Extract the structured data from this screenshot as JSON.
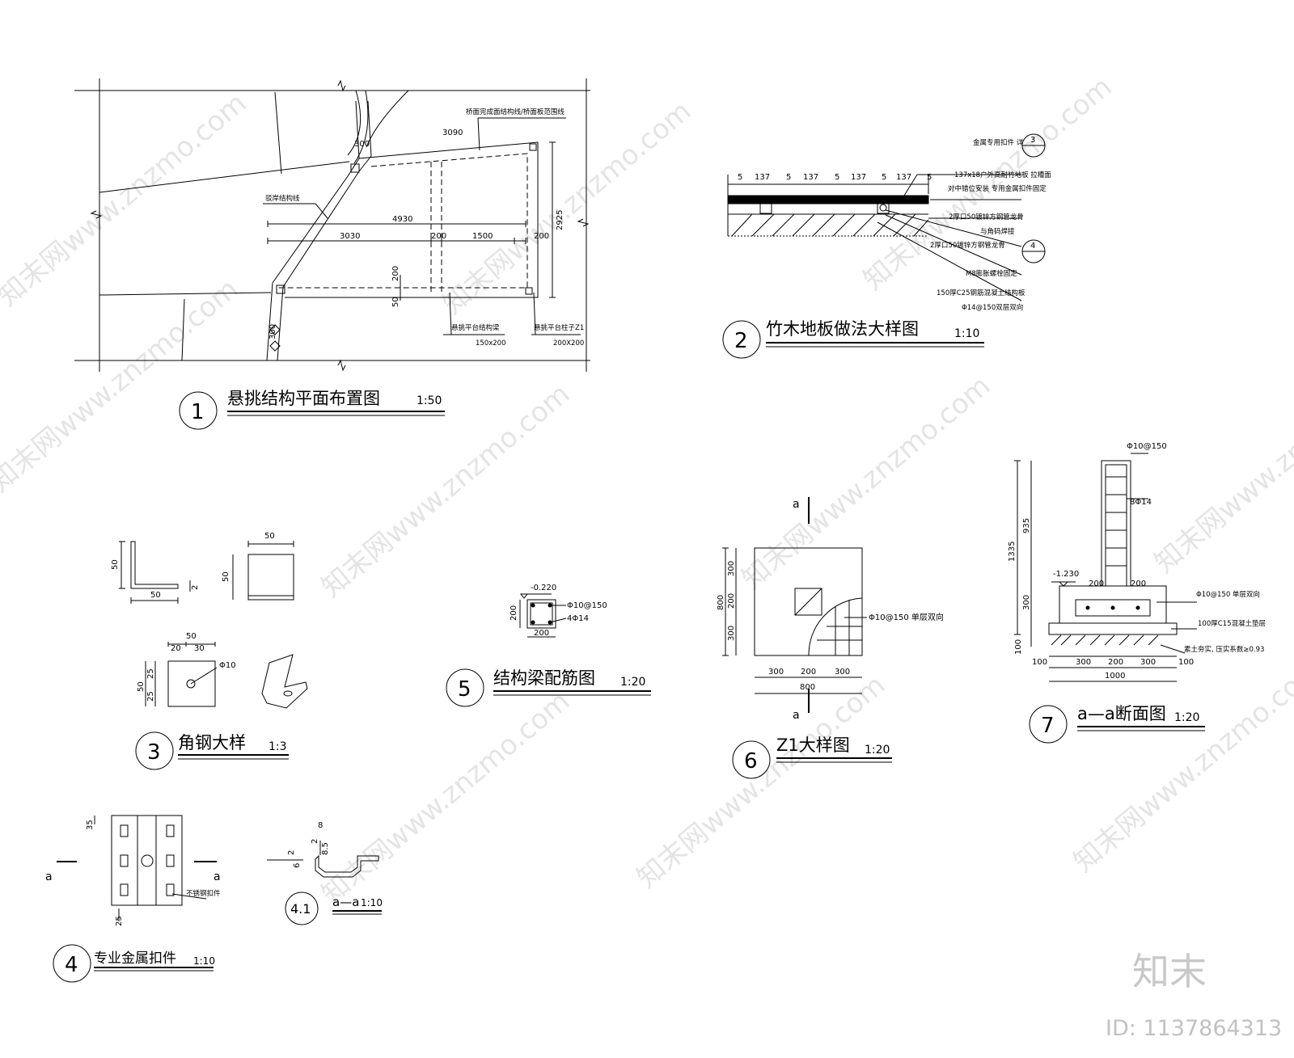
{
  "drawings": [
    {
      "num": "1",
      "title": "悬挑结构平面布置图",
      "scale": "1:50"
    },
    {
      "num": "2",
      "title": "竹木地板做法大样图",
      "scale": "1:10"
    },
    {
      "num": "3",
      "title": "角钢大样",
      "scale": "1:3"
    },
    {
      "num": "4",
      "title": "专业金属扣件",
      "scale": "1:10"
    },
    {
      "num": "4.1",
      "title": "a—a",
      "scale": "1:10"
    },
    {
      "num": "5",
      "title": "结构梁配筋图",
      "scale": "1:20"
    },
    {
      "num": "6",
      "title": "Z1大样图",
      "scale": "1:20"
    },
    {
      "num": "7",
      "title": "a—a断面图",
      "scale": "1:20"
    }
  ],
  "plan1": {
    "label_edge": "桥面完成面结构线/桥面板范围线",
    "label_bank": "驳岸结构线",
    "label_beam": "悬挑平台结构梁",
    "label_beam_size": "150x200",
    "label_col": "悬挑平台柱子Z1",
    "label_col_size": "200X200",
    "d_3090": "3090",
    "d_300a": "300",
    "d_300b": "300",
    "d_4930": "4930",
    "d_3030": "3030",
    "d_200a": "200",
    "d_1500": "1500",
    "d_200b": "200",
    "d_2925": "2925",
    "d_200c": "200",
    "d_50": "50"
  },
  "detail2": {
    "spacing": [
      "5",
      "137",
      "5",
      "137",
      "5",
      "137",
      "5",
      "137",
      "5"
    ],
    "n1": "金属专用扣件 详",
    "n1_ref": "3",
    "n2a": "137x18户外高耐竹地板 拉槽面",
    "n2b": "对中错位安装 专用金属扣件固定",
    "n3a": "2厚口50镀锌方钢管龙骨",
    "n3b": "与角码焊接",
    "n4": "2厚口50镀锌方钢管龙骨",
    "n4_ref": "4",
    "n5": "M8膨胀螺栓固定",
    "n6a": "150厚C25钢筋混凝土结构板",
    "n6b": "Φ14@150双层双向"
  },
  "detail3": {
    "d50a": "50",
    "d50b": "50",
    "d2": "2",
    "d50c": "50",
    "d50d": "50",
    "d50e": "50",
    "d20": "20",
    "d30": "30",
    "d50f": "50",
    "d25a": "25",
    "d25b": "25",
    "hole": "Φ10"
  },
  "detail4": {
    "d35": "35",
    "d25": "25",
    "sec_a1": "a",
    "sec_a2": "a",
    "note": "不锈钢扣件",
    "d8": "8",
    "d2a": "2",
    "d2b": "2",
    "d6": "6",
    "d85": "8.5"
  },
  "detail5": {
    "elev": "-0.220",
    "r1": "Φ10@150",
    "r2": "4Φ14",
    "d200a": "200",
    "d200b": "200"
  },
  "detail6": {
    "sec_a1": "a",
    "sec_a2": "a",
    "rebar": "Φ10@150 单层双向",
    "v300a": "300",
    "v200": "200",
    "v300b": "300",
    "v800": "800",
    "h300a": "300",
    "h200": "200",
    "h300b": "300",
    "h800": "800"
  },
  "detail7": {
    "top": "Φ10@150",
    "bars": "8Φ14",
    "elev": "-1.230",
    "n1": "Φ10@150 单层双向",
    "n2": "100厚C15混凝土垫层",
    "n3": "素土夯实, 压实系数≥0.93",
    "v1335": "1335",
    "v935": "935",
    "v300": "300",
    "v100": "100",
    "h200a": "200",
    "h200b": "200",
    "b300a": "300",
    "b200": "200",
    "b300b": "300",
    "b100a": "100",
    "b100b": "100",
    "b1000": "1000"
  },
  "watermark": {
    "site": "知末网www.znzmo.com",
    "brand": "知末",
    "id": "ID: 1137864313"
  }
}
